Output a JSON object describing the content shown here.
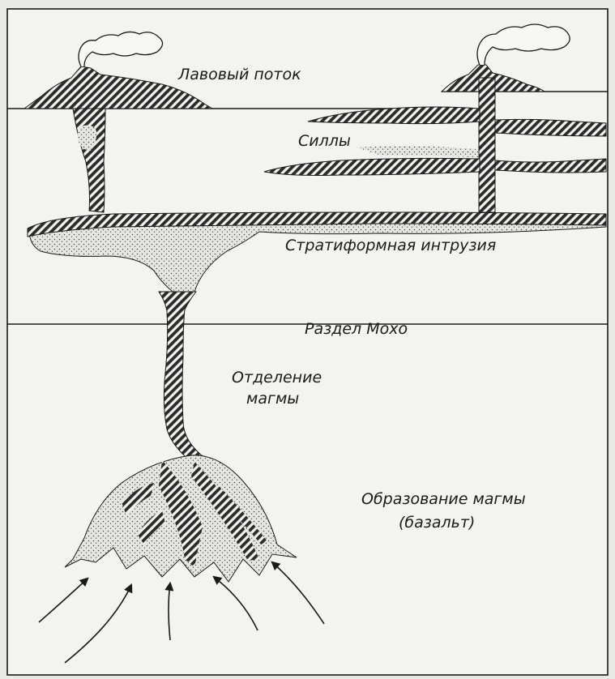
{
  "diagram": {
    "labels": {
      "lava_flow": "Лавовый поток",
      "sills": "Силлы",
      "stratiform_intrusion": "Стратиформная интрузия",
      "moho": "Раздел Мохо",
      "separation_line1": "Отделение",
      "separation_line2": "магмы",
      "formation_line1": "Образование магмы",
      "formation_line2": "(базальт)"
    }
  }
}
